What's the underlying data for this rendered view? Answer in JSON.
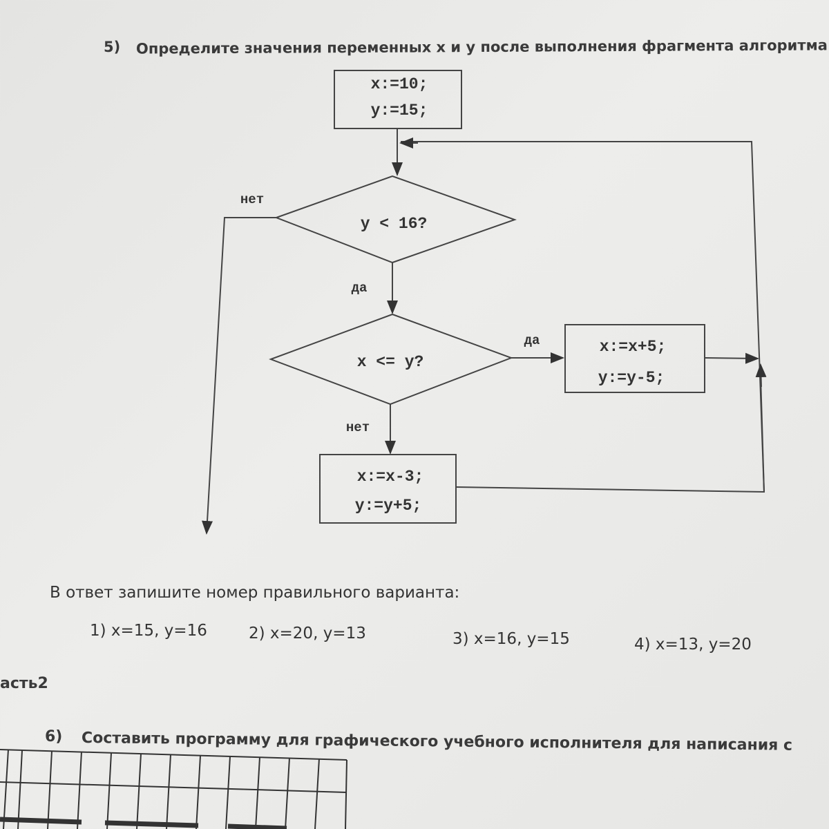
{
  "task5": {
    "number": "5)",
    "question": "Определите значения переменных x и y после выполнения фрагмента алгоритма."
  },
  "flowchart": {
    "init": [
      "x:=10;",
      "y:=15;"
    ],
    "cond1": "y < 16?",
    "cond1_no": "нет",
    "cond1_yes": "да",
    "cond2": "x <= y?",
    "cond2_yes": "да",
    "cond2_no": "нет",
    "yes_block": [
      "x:=x+5;",
      "y:=y-5;"
    ],
    "no_block": [
      "x:=x-3;",
      "y:=y+5;"
    ]
  },
  "answer_prompt": "В ответ запишите номер правильного варианта:",
  "options": [
    "1) x=15, y=16",
    "2) x=20, y=13",
    "3) x=16, y=15",
    "4) x=13, y=20"
  ],
  "part_label": "асть2",
  "task6": {
    "number": "6)",
    "question": "Составить программу для графического учебного исполнителя для написания с"
  }
}
